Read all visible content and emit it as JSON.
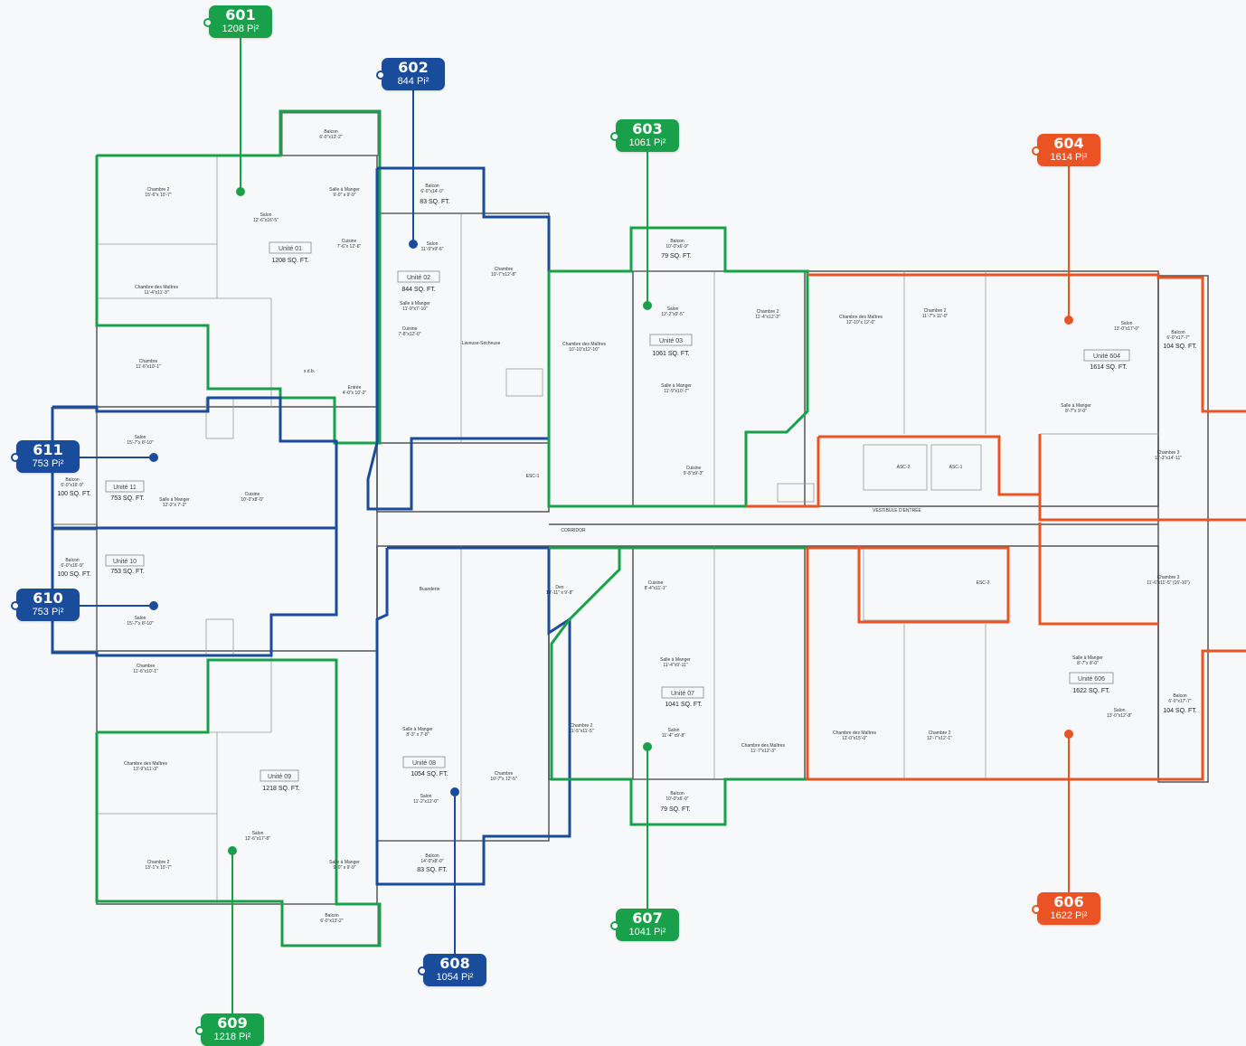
{
  "colors": {
    "green": "#18a14a",
    "blue": "#1a4c9c",
    "orange": "#ec5324"
  },
  "units": [
    {
      "id": "601",
      "area": "1208 Pi²",
      "color": "green"
    },
    {
      "id": "602",
      "area": "844 Pi²",
      "color": "blue"
    },
    {
      "id": "603",
      "area": "1061 Pi²",
      "color": "green"
    },
    {
      "id": "604",
      "area": "1614 Pi²",
      "color": "orange"
    },
    {
      "id": "606",
      "area": "1622 Pi²",
      "color": "orange"
    },
    {
      "id": "607",
      "area": "1041 Pi²",
      "color": "green"
    },
    {
      "id": "608",
      "area": "1054 Pi²",
      "color": "blue"
    },
    {
      "id": "609",
      "area": "1218 Pi²",
      "color": "green"
    },
    {
      "id": "610",
      "area": "753 Pi²",
      "color": "blue"
    },
    {
      "id": "611",
      "area": "753 Pi²",
      "color": "blue"
    }
  ],
  "plan": {
    "unit_boxes": {
      "u01": "Unité 01",
      "u02": "Unité 02",
      "u03": "Unité 03",
      "u604": "Unité 604",
      "u11": "Unité 11",
      "u10": "Unité 10",
      "u08": "Unité 08",
      "u07": "Unité 07",
      "u09": "Unité 09",
      "u606": "Unité 606"
    },
    "sqft": {
      "u01": "1208 SQ. FT.",
      "u02": "844 SQ. FT.",
      "u03": "1061 SQ. FT.",
      "u604": "1614 SQ. FT.",
      "u11": "753 SQ. FT.",
      "u10": "753 SQ. FT.",
      "u08": "1054 SQ. FT.",
      "u07": "1041 SQ. FT.",
      "u09": "1218 SQ. FT.",
      "u606": "1622 SQ. FT.",
      "balc_602": "83 SQ. FT.",
      "balc_603": "79 SQ. FT.",
      "balc_604": "104 SQ. FT.",
      "balc_611": "100 SQ. FT.",
      "balc_610": "100 SQ. FT.",
      "balc_608": "83 SQ. FT.",
      "balc_607": "79 SQ. FT.",
      "balc_606": "104 SQ. FT."
    },
    "rooms": {
      "r1": "Balcon",
      "r2": "6'-0\"x13'-2\"",
      "r3": "Chambre 2",
      "r4": "15'-6\"x 10'-7\"",
      "r5": "Salle à Manger",
      "r6": "9'-0\" x 9'-9\"",
      "r7": "Salon",
      "r8": "12'-6\"x16'-5\"",
      "r9": "Cuisine",
      "r10": "7'-6\"x 12'-6\"",
      "r11": "Chambre des Maîtres",
      "r12": "11'-4\"x11'-3\"",
      "r13": "Chambre",
      "r14": "11'-6\"x10'-1\"",
      "r15": "s.d.b.",
      "r16": "Entrée",
      "r17": "4'-0\"x 10'-2\"",
      "r18": "Balcon",
      "r19": "6'-0\"x14'-0\"",
      "r20": "Salon",
      "r21": "11'-9\"x9'-6\"",
      "r22": "Chambre",
      "r23": "10'-7\"x12'-8\"",
      "r24": "Salle à Manger",
      "r25": "11'-9\"x7'-10\"",
      "r26": "Cuisine",
      "r27": "7'-8\"x12'-0\"",
      "r28": "Laveuse-Sécheuse",
      "r29": "Balcon",
      "r30": "10'-0\"x6'-9\"",
      "r31": "Salon",
      "r32": "12'-2\"x9'-5\"",
      "r33": "Chambre 2",
      "r34": "11'-4\"x12'-2\"",
      "r35": "Chambre des Maîtres",
      "r36": "10'-10\"x12'-10\"",
      "r37": "Salle à Manger",
      "r38": "11'-9\"x10'-7\"",
      "r39": "Cuisine",
      "r40": "9'-8\"x9'-3\"",
      "r41": "Chambre des Maîtres",
      "r42": "12'-10\"x 12'-0\"",
      "r43": "Chambre 2",
      "r44": "11'-7\"x 11'-0\"",
      "r45": "Salon",
      "r46": "13'-0\"x17'-0\"",
      "r47": "Balcon",
      "r48": "6'-0\"x17'-7\"",
      "r49": "Salle à Manger",
      "r50": "8'-7\"x 9'-0\"",
      "r51": "Chambre 3",
      "r52": "11'-3\"x14'-11\"",
      "r53": "Salon",
      "r54": "15'-7\"x 8'-10\"",
      "r55": "Balcon",
      "r56": "6'-0\"x16'-9\"",
      "r57": "Salle à Manger",
      "r58": "12'-2\"x 7'-2\"",
      "r59": "Cuisine",
      "r60": "10'-0\"x8'-0\"",
      "r61": "Den",
      "r62": "13'-11\" x 9'-8\"",
      "r63": "Buanderie",
      "r64": "Salle à Manger",
      "r65": "8'-3\" x 7'-8\"",
      "r66": "Salon",
      "r67": "11'-2\"x12'-0\"",
      "r68": "Chambre",
      "r69": "10'-7\"x 12'-5\"",
      "r70": "Balcon",
      "r71": "14'-0\"x8'-0\"",
      "r72": "Cuisine",
      "r73": "8'-4\"x11'-1\"",
      "r74": "Salle à Manger",
      "r75": "11'-4\"x9'-11\"",
      "r76": "Salon",
      "r77": "11'-4\" x9'-8\"",
      "r78": "Chambre des Maîtres",
      "r79": "11'-7\"x12'-3\"",
      "r80": "Chambre 2",
      "r81": "11'-5\"x11'-5\"",
      "r82": "Chambre des Maîtres",
      "r83": "13'-9\"x11'-3\"",
      "r84": "Salon",
      "r85": "12'-6\"x17'-8\"",
      "r86": "Chambre 2",
      "r87": "13'-1\"x 10'-7\"",
      "r88": "Salle à Manger",
      "r89": "9'-0\" x 9'-9\"",
      "r90": "Chambre des Maîtres",
      "r91": "12'-0\"x15'-0\"",
      "r92": "Chambre 2",
      "r93": "12'-7\"x12'-1\"",
      "r94": "Salle à Manger",
      "r95": "8'-7\"x 8'-0\"",
      "r96": "Salon",
      "r97": "13'-0\"x12'-8\"",
      "r98": "Chambre 3",
      "r99": "11'-6\"x11'-5\" (16'-10\")",
      "r100": "CORRIDOR",
      "r101": "VESTIBULE D'ENTRÉE",
      "r102": "ESC-1",
      "r103": "ESC-2",
      "r104": "ASC-1",
      "r105": "ASC-2",
      "r106": "Chambre",
      "r107": "11'-6\"x10'-1\"",
      "r108": "Salon",
      "r109": "15'-7\"x 8'-10\"",
      "r110": "Balcon",
      "r111": "6'-0\"x16'-9\"",
      "r112": "Balcon",
      "r113": "6'-0\"x13'-2\"",
      "r114": "Balcon",
      "r115": "10'-0\"x6'-0\"",
      "r116": "Balcon",
      "r117": "6'-0\"x17'-7\""
    }
  }
}
